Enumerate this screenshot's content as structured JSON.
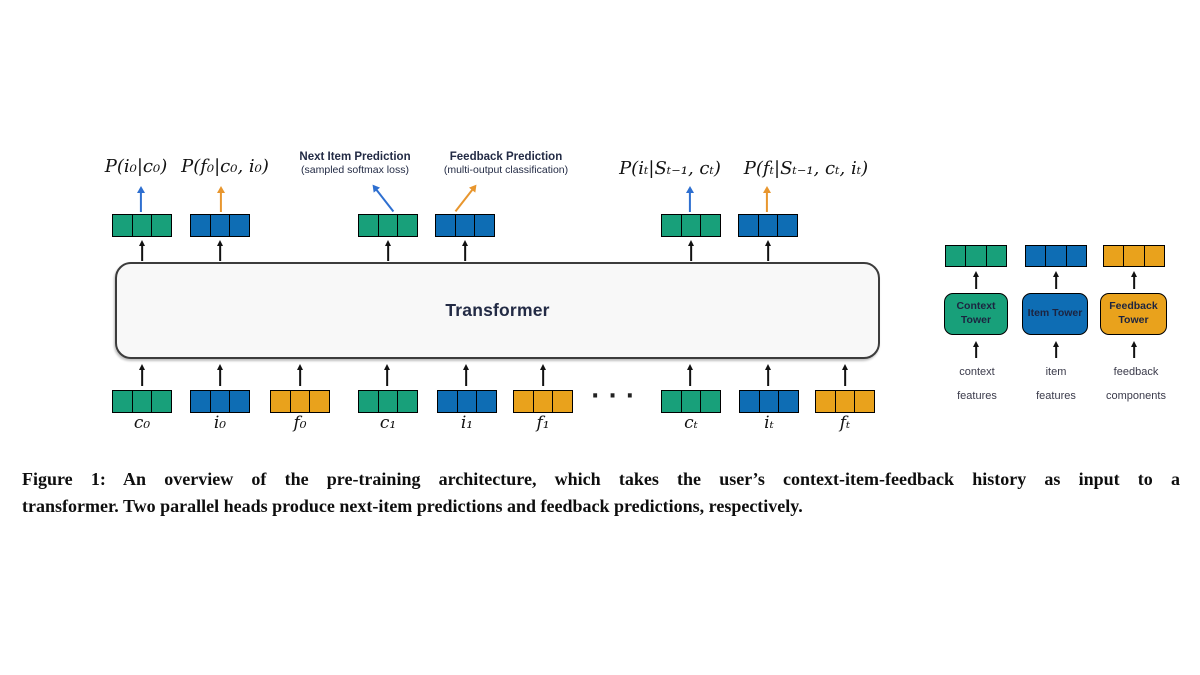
{
  "figure": {
    "output_labels": [
      {
        "text": "P(i₀|c₀)"
      },
      {
        "text": "P(f₀|c₀, i₀)"
      },
      {
        "text": "P(iₜ|Sₜ₋₁, cₜ)"
      },
      {
        "text": "P(fₜ|Sₜ₋₁, cₜ, iₜ)"
      }
    ],
    "heads": {
      "next_item": {
        "title": "Next Item Prediction",
        "subtitle": "(sampled softmax loss)"
      },
      "feedback": {
        "title": "Feedback Prediction",
        "subtitle": "(multi-output classification)"
      }
    },
    "transformer_label": "Transformer",
    "input_tokens": [
      {
        "label": "c₀",
        "type": "context"
      },
      {
        "label": "i₀",
        "type": "item"
      },
      {
        "label": "f₀",
        "type": "feedback"
      },
      {
        "label": "c₁",
        "type": "context"
      },
      {
        "label": "i₁",
        "type": "item"
      },
      {
        "label": "f₁",
        "type": "feedback"
      },
      {
        "label": "cₜ",
        "type": "context"
      },
      {
        "label": "iₜ",
        "type": "item"
      },
      {
        "label": "fₜ",
        "type": "feedback"
      }
    ],
    "ellipsis": "···",
    "legend": {
      "towers": [
        {
          "name": "Context Tower",
          "type": "context",
          "input_line1": "context",
          "input_line2": "features"
        },
        {
          "name": "Item Tower",
          "type": "item",
          "input_line1": "item",
          "input_line2": "features"
        },
        {
          "name": "Feedback Tower",
          "type": "feedback",
          "input_line1": "feedback",
          "input_line2": "components"
        }
      ]
    },
    "colors": {
      "context": "#18a07a",
      "item": "#0e6db4",
      "feedback": "#e9a21c",
      "arrow_blue": "#2e6fd0",
      "arrow_orange": "#e8962e",
      "dark_text": "#232b45"
    }
  },
  "caption": {
    "line1": "Figure 1: An overview of the pre-training architecture, which takes the user’s context-item-feedback history as input to a",
    "line2": "transformer. Two parallel heads produce next-item predictions and feedback predictions, respectively."
  }
}
